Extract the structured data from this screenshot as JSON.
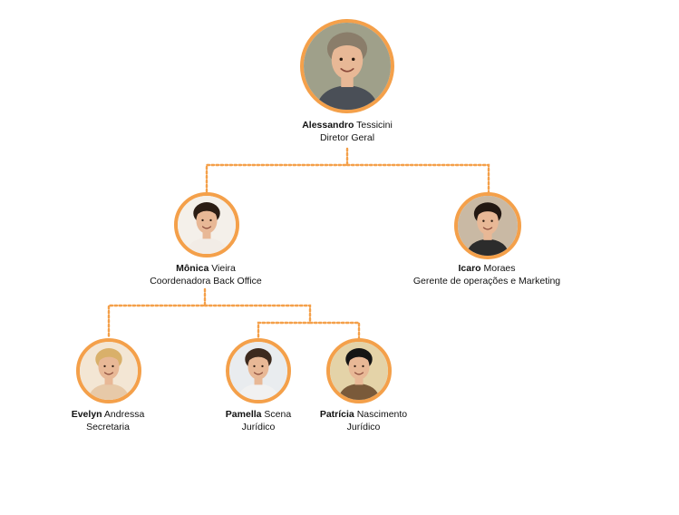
{
  "colors": {
    "accent": "#f4a04a",
    "skin": "#e8b896",
    "background": "#ffffff"
  },
  "people": [
    {
      "id": "alessandro",
      "first": "Alessandro",
      "last": "Tessicini",
      "role": "Diretor Geral",
      "icon": "person-photo-icon",
      "hair": "#8a7d6a",
      "shirt": "#4a4f57",
      "bg": "#9fa08a"
    },
    {
      "id": "monica",
      "first": "Mônica",
      "last": "Vieira",
      "role": "Coordenadora Back Office",
      "icon": "person-photo-icon",
      "hair": "#2b1d14",
      "shirt": "#f2ece6",
      "bg": "#f4f0ea"
    },
    {
      "id": "icaro",
      "first": "Icaro",
      "last": "Moraes",
      "role": "Gerente de operações e Marketing",
      "icon": "person-photo-icon",
      "hair": "#231812",
      "shirt": "#2c2c2c",
      "bg": "#c9b9a4"
    },
    {
      "id": "evelyn",
      "first": "Evelyn",
      "last": "Andressa",
      "role": "Secretaria",
      "icon": "person-photo-icon",
      "hair": "#d9b06a",
      "shirt": "#e7c9a8",
      "bg": "#f3e6d4"
    },
    {
      "id": "pamella",
      "first": "Pamella",
      "last": "Scena",
      "role": "Jurídico",
      "icon": "person-photo-icon",
      "hair": "#3d2a1e",
      "shirt": "#f1f1f1",
      "bg": "#e9ecef"
    },
    {
      "id": "patricia",
      "first": "Patrícia",
      "last": "Nascimento",
      "role": "Jurídico",
      "icon": "person-photo-icon",
      "hair": "#151515",
      "shirt": "#7a5a3a",
      "bg": "#e4d3a8"
    }
  ]
}
